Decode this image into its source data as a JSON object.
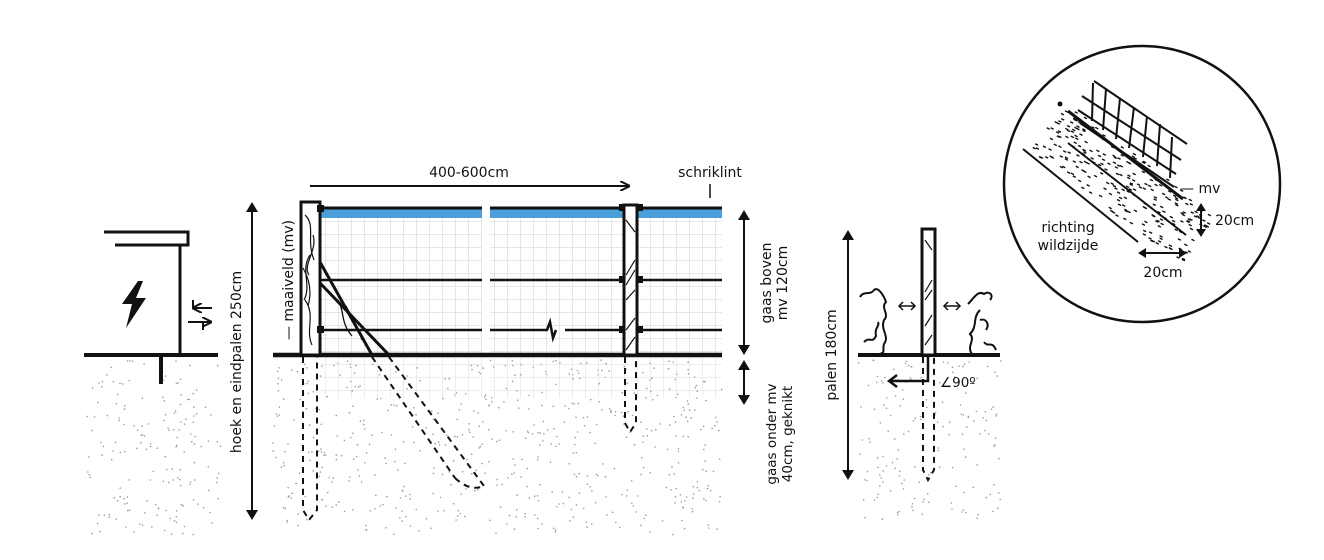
{
  "labels": {
    "width_span": "400-600cm",
    "tape": "schriklint",
    "corner_posts": "hoek en eindpalen 250cm",
    "ground_level": "— maaiveld (mv)",
    "mesh_above_1": "gaas boven",
    "mesh_above_2": "mv 120cm",
    "mesh_below_1": "gaas onder mv",
    "mesh_below_2": "40cm, geknikt",
    "posts": "palen 180cm",
    "angle": "∠90º",
    "detail_mv": "— mv",
    "detail_depth": "20cm",
    "detail_width": "20cm",
    "detail_direction_1": "richting",
    "detail_direction_2": "wildzijde"
  },
  "icons": {
    "energizer": "lightning-bolt-icon",
    "io_arrows": "bidirectional-arrows-icon"
  },
  "colors": {
    "tape": "#4a9fd8",
    "ink": "#111111",
    "mesh": "#c8c8c8",
    "soil_dots": "#9a9a9a"
  }
}
